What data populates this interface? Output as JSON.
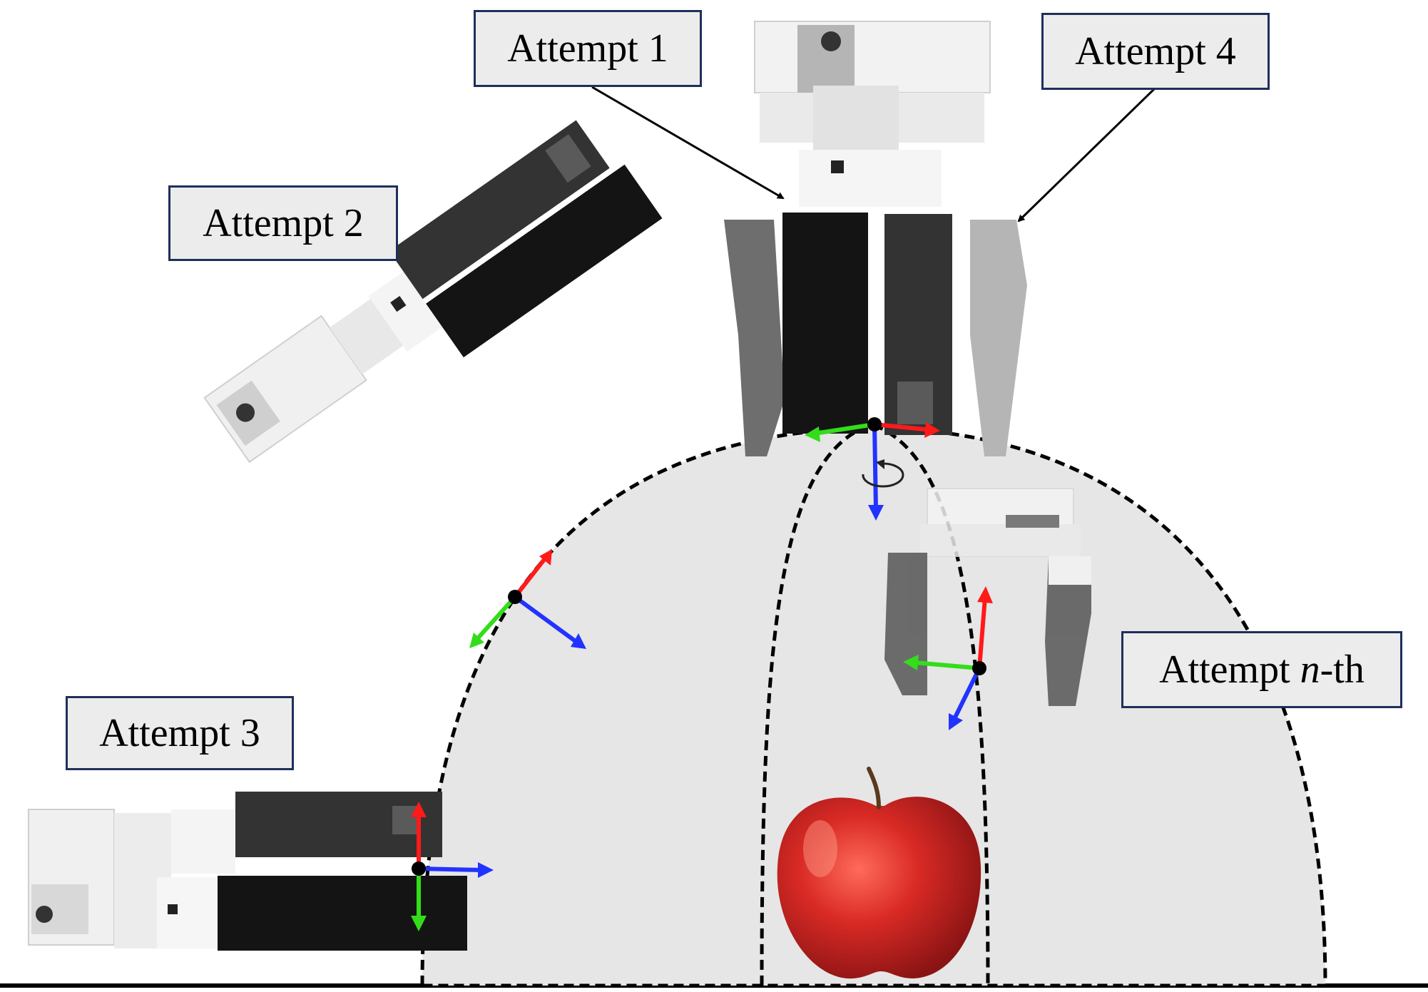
{
  "labels": {
    "attempt1": "Attempt 1",
    "attempt2": "Attempt 2",
    "attempt3": "Attempt 3",
    "attempt4": "Attempt 4",
    "attempt_n_prefix": "Attempt ",
    "attempt_n_var": "n",
    "attempt_n_suffix": "-th"
  },
  "colors": {
    "label_border": "#1f2f5c",
    "label_fill": "#ececec",
    "dome_fill": "#e6e6e6",
    "axis_x": "#ff1a1a",
    "axis_y": "#33dd1a",
    "axis_z": "#2233ff",
    "gripper_dark": "#1a1a1a",
    "gripper_gray": "#6a6a6a",
    "gripper_white": "#f2f2f2",
    "apple": "#d42a2a"
  },
  "icons": {
    "rotation": "rotation-arrow-icon",
    "apple": "apple-icon"
  }
}
